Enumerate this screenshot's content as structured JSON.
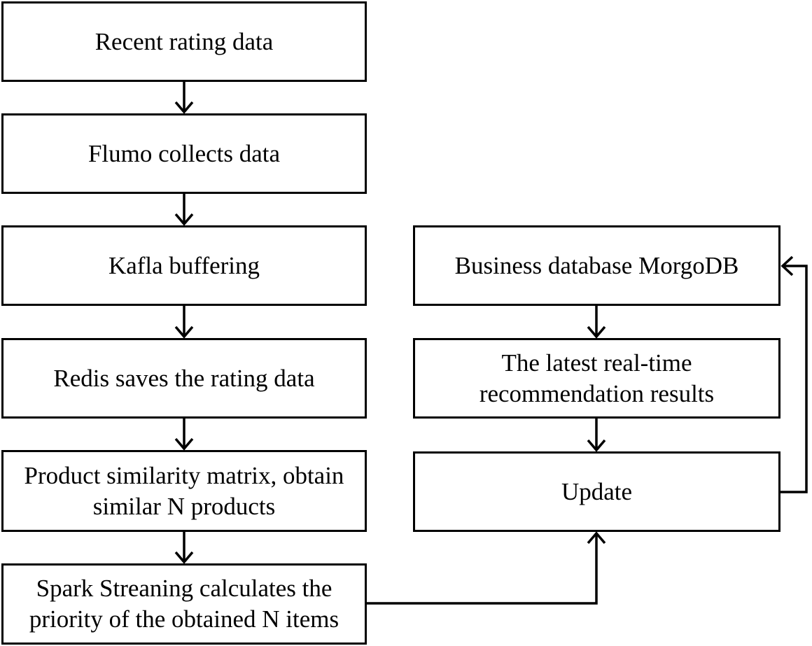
{
  "diagram": {
    "type": "flowchart",
    "colors": {
      "background": "#ffffff",
      "box_fill": "#ffffff",
      "stroke": "#000000",
      "text": "#000000"
    },
    "nodes": [
      {
        "id": "recent-rating-data",
        "label": "Recent rating data"
      },
      {
        "id": "flumo-collects-data",
        "label": "Flumo collects data"
      },
      {
        "id": "kafla-buffering",
        "label": "Kafla buffering"
      },
      {
        "id": "redis-saves-rating",
        "label": "Redis saves the rating data"
      },
      {
        "id": "similarity-matrix",
        "label": "Product similarity matrix, obtain similar N products"
      },
      {
        "id": "spark-streaning",
        "label": "Spark Streaning calculates the priority of the obtained N items"
      },
      {
        "id": "business-database",
        "label": "Business database MorgoDB"
      },
      {
        "id": "latest-results",
        "label": "The latest real-time recommendation results"
      },
      {
        "id": "update",
        "label": "Update"
      }
    ],
    "edges": [
      {
        "from": "recent-rating-data",
        "to": "flumo-collects-data",
        "direction": "down"
      },
      {
        "from": "flumo-collects-data",
        "to": "kafla-buffering",
        "direction": "down"
      },
      {
        "from": "kafla-buffering",
        "to": "redis-saves-rating",
        "direction": "down"
      },
      {
        "from": "redis-saves-rating",
        "to": "similarity-matrix",
        "direction": "down"
      },
      {
        "from": "similarity-matrix",
        "to": "spark-streaning",
        "direction": "down"
      },
      {
        "from": "business-database",
        "to": "latest-results",
        "direction": "down"
      },
      {
        "from": "latest-results",
        "to": "update",
        "direction": "down"
      },
      {
        "from": "spark-streaning",
        "to": "update",
        "direction": "right-then-up"
      },
      {
        "from": "update",
        "to": "business-database",
        "direction": "right-then-up-feedback"
      }
    ]
  }
}
